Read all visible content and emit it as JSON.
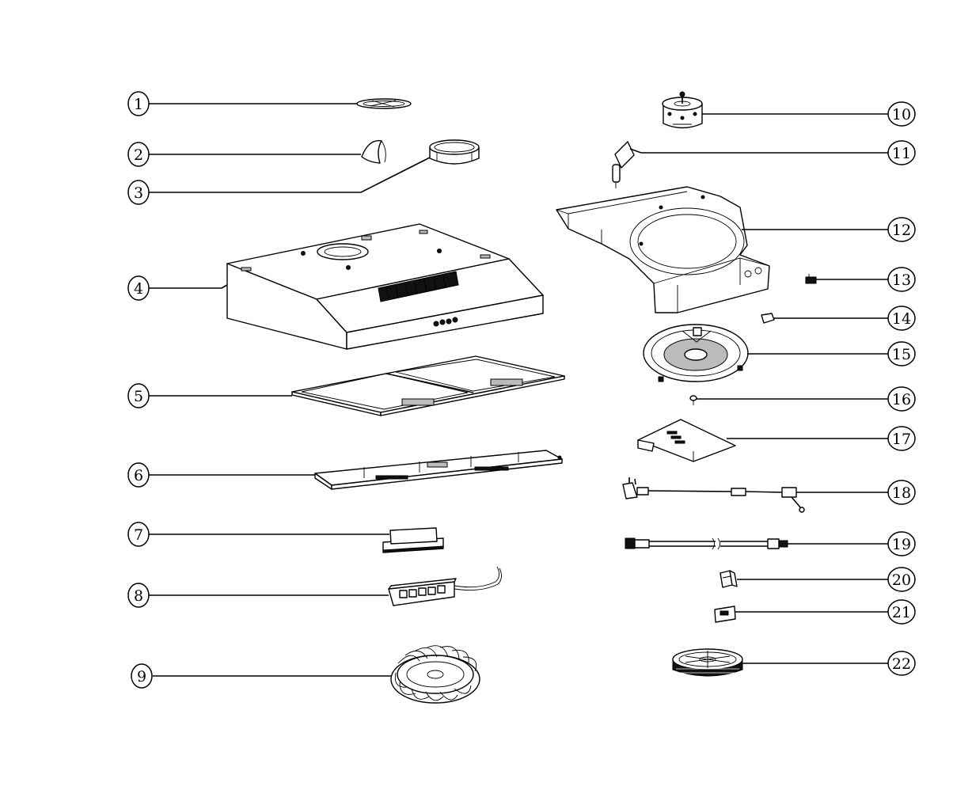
{
  "diagram": {
    "type": "exploded-parts-view",
    "parts": [
      {
        "id": "p1",
        "label": "1",
        "icon": "spring-clip-icon"
      },
      {
        "id": "p2",
        "label": "2",
        "icon": "damper-flap-icon"
      },
      {
        "id": "p3",
        "label": "3",
        "icon": "duct-collar-icon"
      },
      {
        "id": "p4",
        "label": "4",
        "icon": "hood-body-icon"
      },
      {
        "id": "p5",
        "label": "5",
        "icon": "grease-filter-icon"
      },
      {
        "id": "p6",
        "label": "6",
        "icon": "filter-frame-icon"
      },
      {
        "id": "p7",
        "label": "7",
        "icon": "lamp-icon"
      },
      {
        "id": "p8",
        "label": "8",
        "icon": "switch-icon"
      },
      {
        "id": "p9",
        "label": "9",
        "icon": "fan-impeller-icon"
      },
      {
        "id": "p10",
        "label": "10",
        "icon": "motor-icon"
      },
      {
        "id": "p11",
        "label": "11",
        "icon": "capacitor-icon"
      },
      {
        "id": "p12",
        "label": "12",
        "icon": "blower-housing-icon"
      },
      {
        "id": "p13",
        "label": "13",
        "icon": "connector-icon"
      },
      {
        "id": "p14",
        "label": "14",
        "icon": "clip-icon"
      },
      {
        "id": "p15",
        "label": "15",
        "icon": "blower-cover-icon"
      },
      {
        "id": "p16",
        "label": "16",
        "icon": "screw-icon"
      },
      {
        "id": "p17",
        "label": "17",
        "icon": "wire-cover-icon"
      },
      {
        "id": "p18",
        "label": "18",
        "icon": "power-cord-icon"
      },
      {
        "id": "p19",
        "label": "19",
        "icon": "cable-icon"
      },
      {
        "id": "p20",
        "label": "20",
        "icon": "switch-knob-icon"
      },
      {
        "id": "p21",
        "label": "21",
        "icon": "pcb-icon"
      },
      {
        "id": "p22",
        "label": "22",
        "icon": "charcoal-filter-icon"
      }
    ]
  }
}
